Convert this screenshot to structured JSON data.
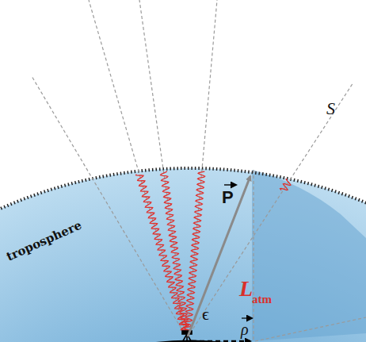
{
  "diagram": {
    "labels": [
      "troposphere",
      "S",
      "P",
      "L",
      "atm",
      "ϵ",
      "ρ"
    ]
  }
}
